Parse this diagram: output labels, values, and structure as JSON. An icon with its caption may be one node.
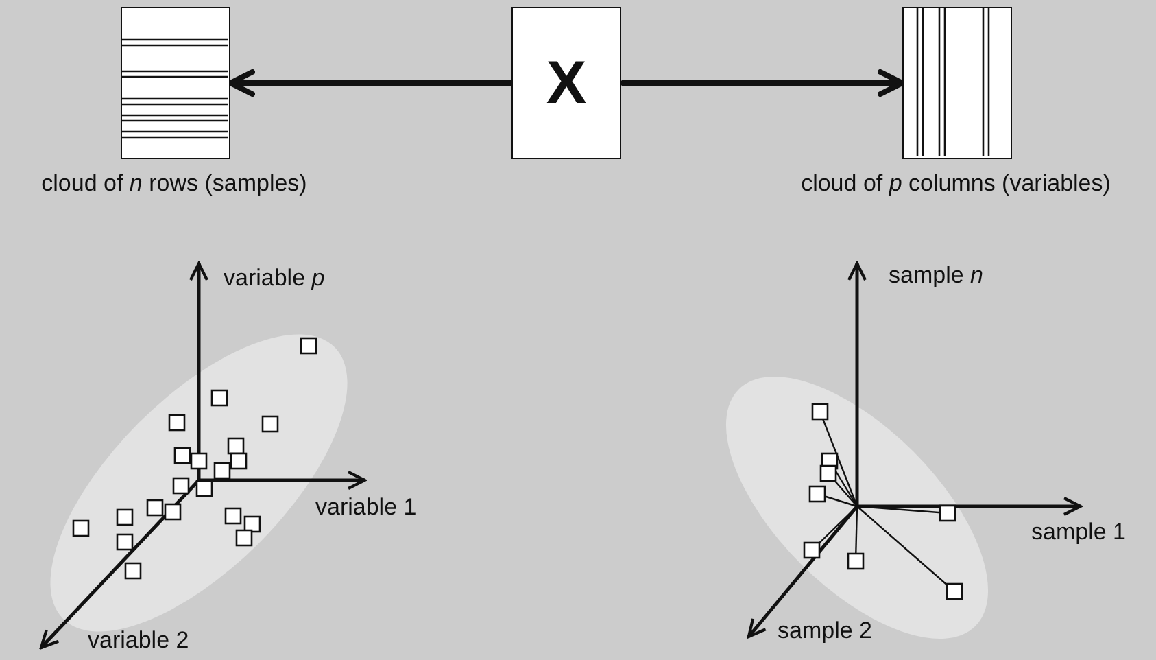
{
  "diagram": {
    "nodes": [
      {
        "text": [
          "X"
        ]
      },
      {
        "text": [],
        "shape": "box",
        "beside": [
          "cloud of *n* rows (samples)"
        ]
      },
      {
        "text": [],
        "shape": "box",
        "beside": [
          "cloud of *p* columns (variables)"
        ]
      }
    ],
    "edges": [
      {
        "from": 0,
        "to": 1,
        "arrow": "to"
      },
      {
        "from": 0,
        "to": 2,
        "arrow": "to"
      }
    ],
    "labels": [
      "variable *p*",
      "variable 1",
      "variable 2",
      "sample *n*",
      "sample 1",
      "sample 2"
    ]
  }
}
